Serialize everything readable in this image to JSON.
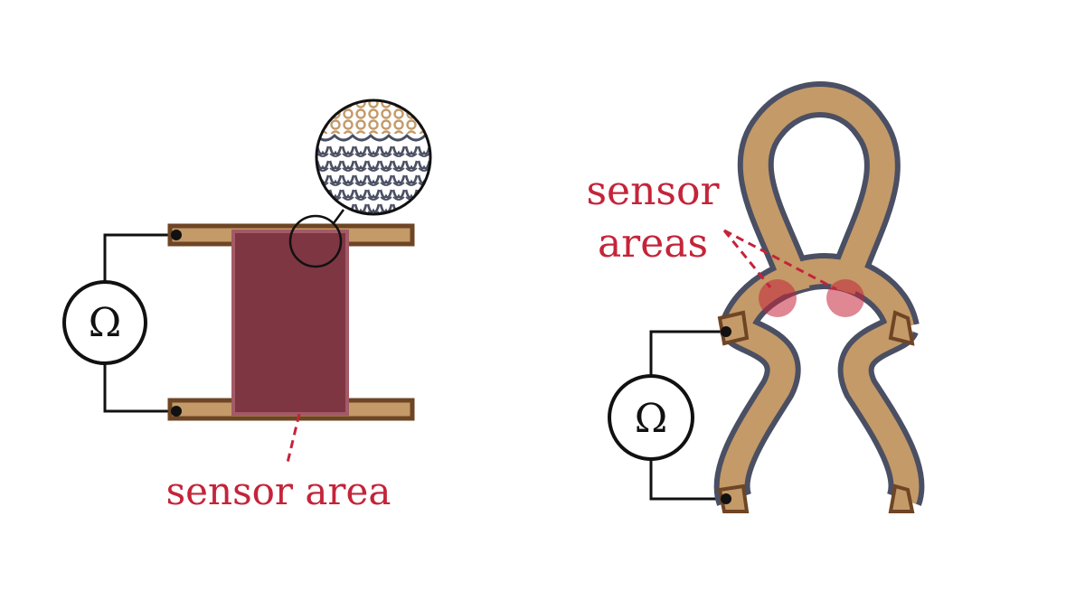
{
  "left_diagram": {
    "meter_symbol": "Ω",
    "label": "sensor area"
  },
  "right_diagram": {
    "meter_symbol": "Ω",
    "label_line1": "sensor",
    "label_line2": "areas"
  },
  "colors": {
    "tan_fabric": "#c49a68",
    "dark_brown": "#6e4525",
    "sensor_maroon": "#7e3643",
    "sensor_red": "#c4243a",
    "yarn_gray": "#4a4f63",
    "wire": "#111111"
  }
}
